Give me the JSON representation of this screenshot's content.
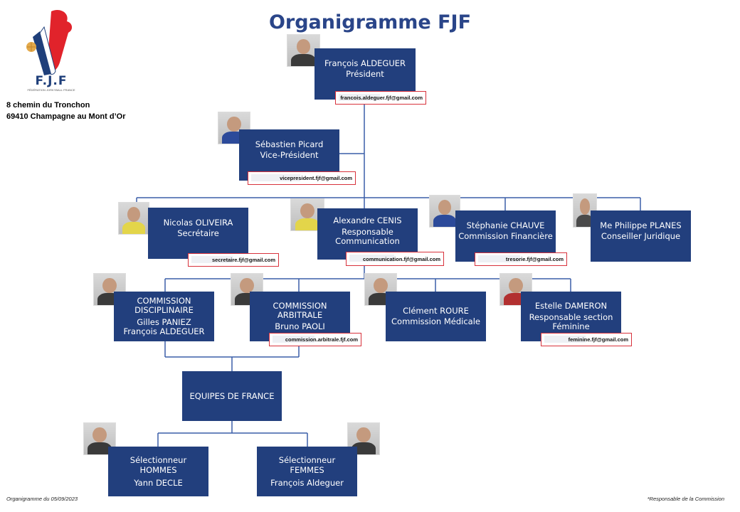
{
  "title": "Organigramme FJF",
  "logo": {
    "text": "F.J.F",
    "subtitle": "FÉDÉRATION JORKYBALL FRANCE"
  },
  "address": {
    "line1": "8 chemin du Tronchon",
    "line2": "69410 Champagne au Mont d’Or"
  },
  "nodes": {
    "president": {
      "name": "François ALDEGUER",
      "role": "Président",
      "email": "francois.aldeguer.fjf@gmail.com"
    },
    "vice_president": {
      "name": "Sébastien Picard",
      "role": "Vice-Président",
      "email": "vicepresident.fjf@gmail.com"
    },
    "secretaire": {
      "name": "Nicolas OLIVEIRA",
      "role": "Secrétaire",
      "email": "secretaire.fjf@gmail.com"
    },
    "communication": {
      "name": "Alexandre CENIS",
      "role": "Responsable Communication",
      "email": "communication.fjf@gmail.com"
    },
    "finance": {
      "name": "Stéphanie CHAUVE",
      "role": "Commission Financière",
      "email": "tresorie.fjf@gmail.com"
    },
    "juridique": {
      "name": "Me Philippe PLANES",
      "role": "Conseiller Juridique"
    },
    "disciplinaire": {
      "title": "COMMISSION DISCIPLINAIRE",
      "members": "Gilles PANIEZ",
      "members2": "François ALDEGUER"
    },
    "arbitrale": {
      "title": "COMMISSION ARBITRALE",
      "members": "Bruno PAOLI",
      "email": "commission.arbitrale.fjf.com"
    },
    "medicale": {
      "name": "Clément ROURE",
      "role": "Commission Médicale"
    },
    "feminine": {
      "name": "Estelle DAMERON",
      "role": "Responsable section Féminine",
      "email": "feminine.fjf@gmail.com"
    },
    "equipes": {
      "title": "EQUIPES DE FRANCE"
    },
    "hommes": {
      "title": "Sélectionneur HOMMES",
      "name": "Yann DECLE"
    },
    "femmes": {
      "title": "Sélectionneur FEMMES",
      "name": "François Aldeguer"
    }
  },
  "footer": {
    "left": "Organigramme du 05/09/2023",
    "right": "*Responsable de la Commission"
  },
  "colors": {
    "box": "#223f7d",
    "title": "#2a4589",
    "email_border": "#d8323c",
    "line": "#3a5ea8"
  }
}
